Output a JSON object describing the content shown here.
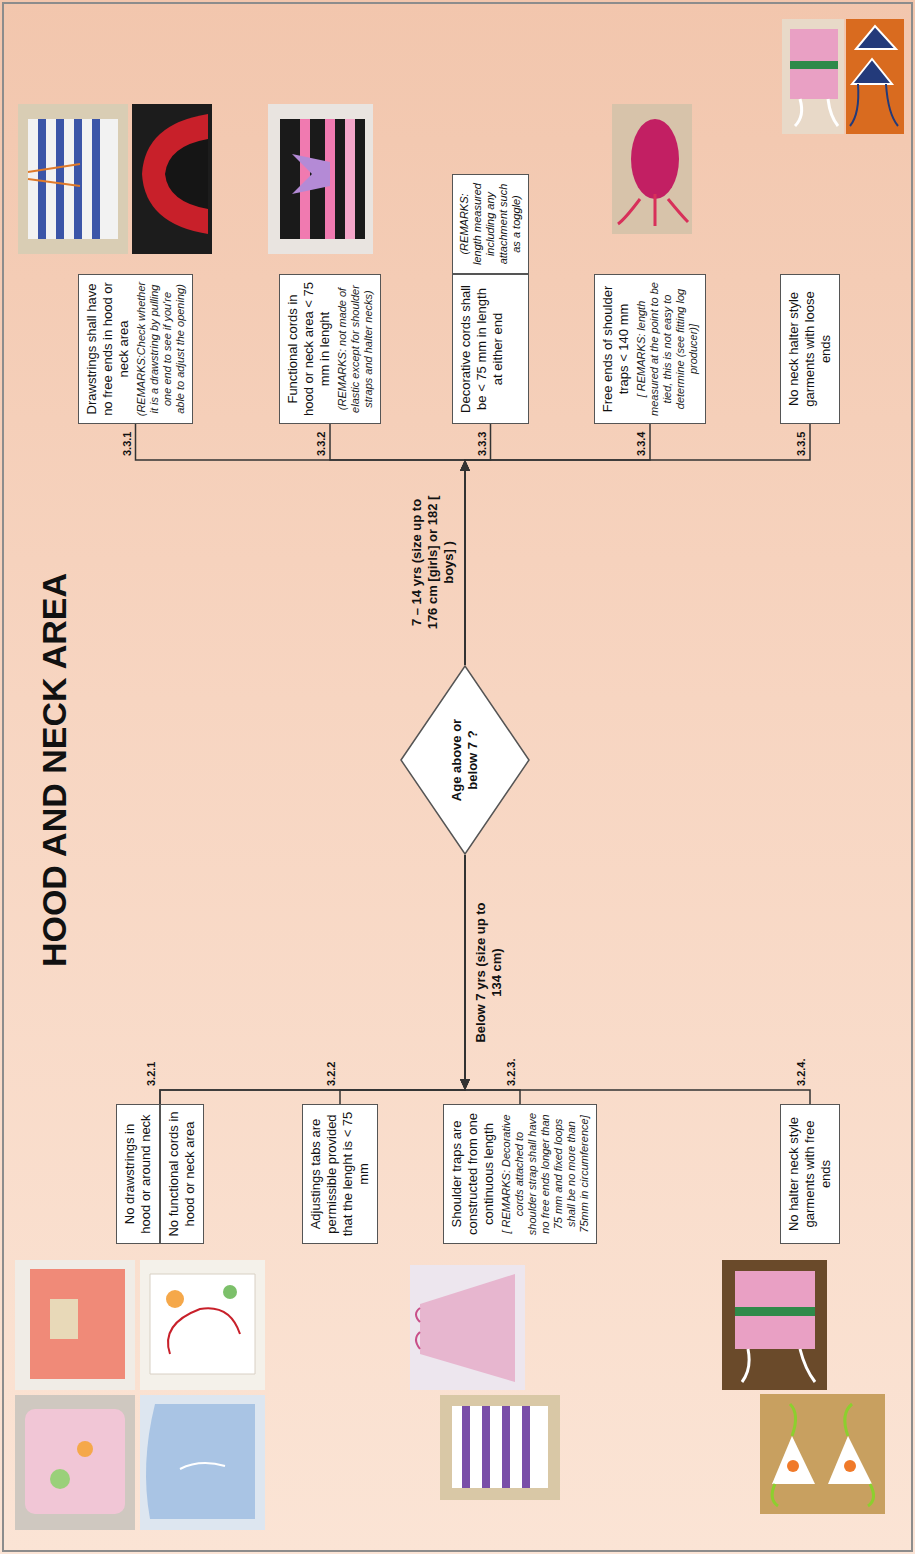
{
  "diagram": {
    "title": "HOOD AND NECK AREA",
    "nodes": [
      {
        "text": [
          "Age above or below 7 ?"
        ]
      },
      {
        "text": [
          "No drawstrings in hood or around neck"
        ]
      },
      {
        "text": [
          "No functional cords in hood or neck area"
        ]
      },
      {
        "text": [
          "Adjustings tabs are permissible provided that the lenght is < 75 mm"
        ]
      },
      {
        "text": [
          "Shoulder traps are constructed from one continuous length",
          "[ REMARKS: Decorative cords attached to shoulder strap shall have no free ends longer than 75 mm and fixed loops shall be no more than 75mm in circumference]"
        ]
      },
      {
        "text": [
          "No halter neck style garments with free ends"
        ]
      },
      {
        "text": [
          "Drawstrings shall have no free ends in hood or neck area",
          "(REMARKS:Check whether it is a drawstring by pulling one end to see if you're able to adjust the opening)"
        ]
      },
      {
        "text": [
          "Functional cords in hood or neck area < 75 mm in lenght",
          "(REMARKS: not made of elastic except for shoulder straps and halter necks)"
        ]
      },
      {
        "text": [
          "(REMARKS: length measured including any attachment such as a toggle)"
        ]
      },
      {
        "text": [
          "Decorative cords shall be < 75 mm in length at either end"
        ]
      },
      {
        "text": [
          "Free ends of shoulder traps < 140 mm",
          "[ REMARKS: length measured at the point to be tied, this is not easy to determine (see fitting log producer)]"
        ]
      },
      {
        "text": [
          "No neck halter style garments with loose ends"
        ]
      }
    ],
    "edges": [
      {
        "from": 0,
        "to": 1,
        "arrow": "to",
        "label": "Below 7 yrs (size up to 134 cm)"
      },
      {
        "from": 0,
        "to": 2,
        "arrow": "to"
      },
      {
        "from": 0,
        "to": 3,
        "arrow": "to"
      },
      {
        "from": 0,
        "to": 4,
        "arrow": "to"
      },
      {
        "from": 0,
        "to": 5,
        "arrow": "to"
      },
      {
        "from": 0,
        "to": 6,
        "arrow": "to",
        "label": "7 – 14 yrs (size up to 176 cm [girls] or 182 [ boys] )"
      },
      {
        "from": 0,
        "to": 7,
        "arrow": "to"
      },
      {
        "from": 0,
        "to": 9,
        "arrow": "to"
      },
      {
        "from": 0,
        "to": 10,
        "arrow": "to"
      },
      {
        "from": 0,
        "to": 11,
        "arrow": "to"
      }
    ],
    "labels": [
      "3.2.1",
      "3.2.2",
      "3.2.3.",
      "3.2.4.",
      "3.3.1",
      "3.3.2",
      "3.3.3",
      "3.3.4",
      "3.3.5"
    ]
  }
}
